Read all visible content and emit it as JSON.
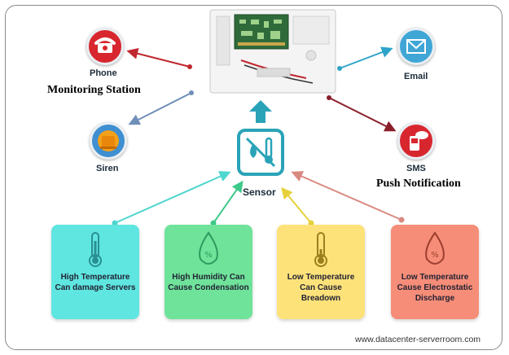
{
  "channels": {
    "phone": "Phone",
    "siren": "Siren",
    "email": "Email",
    "sms": "SMS"
  },
  "captions": {
    "monitoring": "Monitoring Station",
    "push": "Push Notification"
  },
  "sensor": {
    "label": "Sensor"
  },
  "conditions": [
    {
      "text": "High Temperature Can damage Servers",
      "color": "#5fe6e0",
      "icon": "thermometer-icon"
    },
    {
      "text": "High Humidity Can Cause Condensation",
      "color": "#6fe39a",
      "icon": "humidity-drop-icon"
    },
    {
      "text": "Low Temperature Can Cause Breadown",
      "color": "#fde27a",
      "icon": "thermometer-icon"
    },
    {
      "text": "Low Temperature Cause Electrostatic Discharge",
      "color": "#f68d78",
      "icon": "humidity-drop-icon"
    }
  ],
  "footer": "www.datacenter-serverroom.com",
  "colors": {
    "phone_line": "#c0282f",
    "siren_line": "#6f8fb8",
    "email_line": "#2ea3c9",
    "sms_line": "#8a1f2a",
    "accent": "#2aa3b8"
  }
}
